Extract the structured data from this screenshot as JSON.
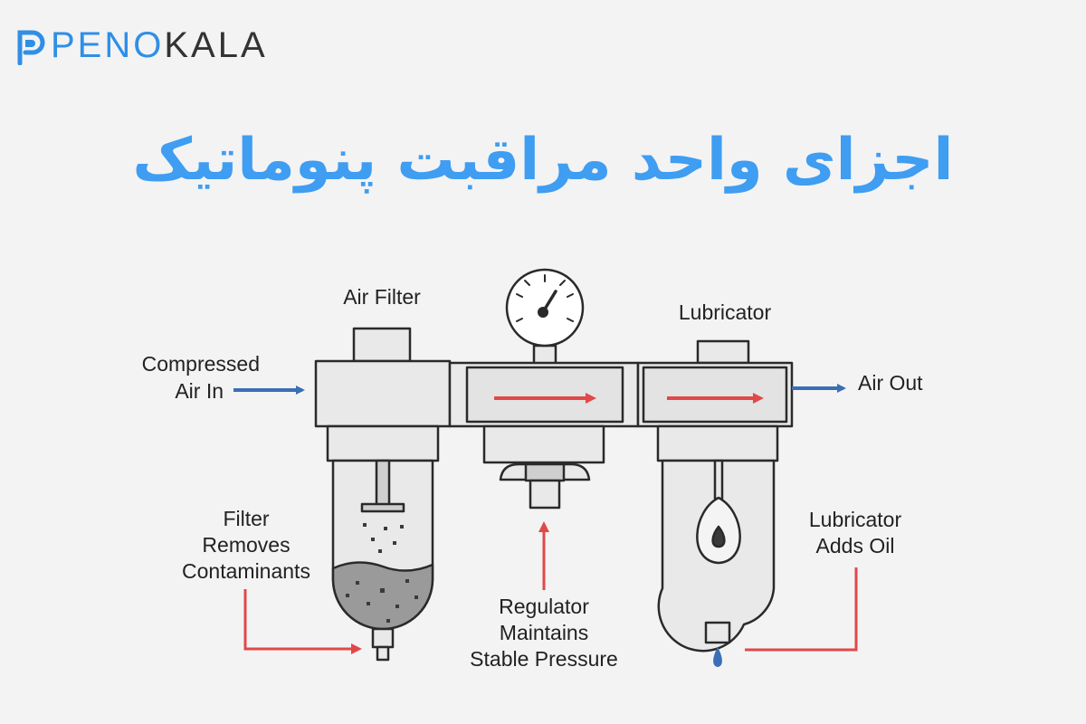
{
  "logo": {
    "text_blue": "PENO",
    "text_dark": "KALA"
  },
  "title": "اجزای واحد مراقبت پنوماتیک",
  "labels": {
    "air_filter": "Air Filter",
    "lubricator": "Lubricator",
    "compressed_air_in": [
      "Compressed",
      "Air In"
    ],
    "air_out": "Air Out",
    "filter_removes": [
      "Filter",
      "Removes",
      "Contaminants"
    ],
    "regulator_maintains": [
      "Regulator",
      "Maintains",
      "Stable Pressure"
    ],
    "lubricator_adds": [
      "Lubricator",
      "Adds Oil"
    ]
  },
  "colors": {
    "flow_blue": "#3a6fb5",
    "flow_red": "#e24848",
    "outline": "#2a2a2a",
    "body_fill": "#e9e9e9",
    "sediment": "#9a9a9a",
    "title_blue": "#3f9df2"
  }
}
